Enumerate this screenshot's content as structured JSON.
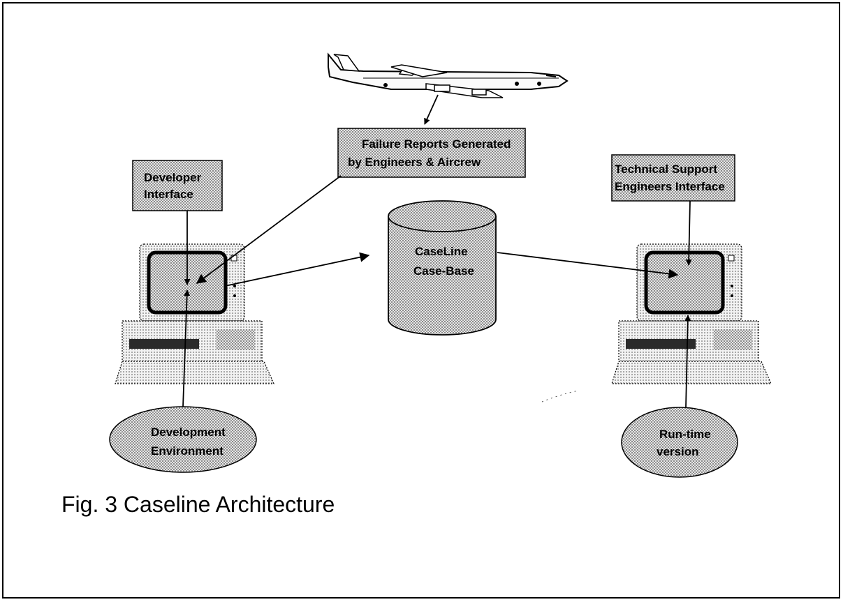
{
  "diagram": {
    "failure_reports": [
      "Failure Reports Generated",
      "by Engineers & Aircrew"
    ],
    "developer_interface": [
      "Developer",
      "Interface"
    ],
    "technical_support_interface": [
      "Technical Support",
      "Engineers Interface"
    ],
    "case_base": [
      "CaseLine",
      "Case-Base"
    ],
    "development_environment": [
      "Development",
      "Environment"
    ],
    "runtime_version": [
      "Run-time",
      "version"
    ],
    "caption": "Fig. 3  Caseline Architecture"
  },
  "colors": {
    "box_fill": "#b4b4b4",
    "line": "#000000",
    "background": "#ffffff"
  },
  "icons": [
    "airplane-icon",
    "computer-icon",
    "database-cylinder-icon"
  ]
}
